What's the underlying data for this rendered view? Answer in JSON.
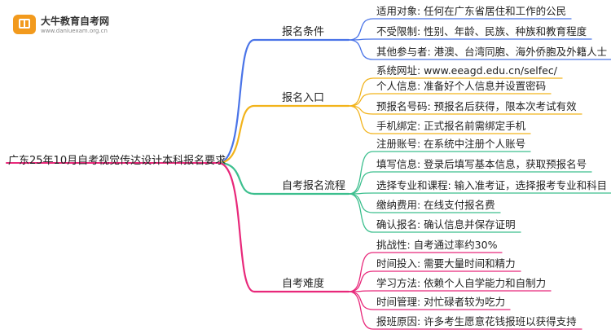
{
  "logo": {
    "name": "大牛教育自考网",
    "url": "www.daniuexam.org.cn"
  },
  "root": {
    "label": "广东25年10月自考视觉传达设计本科报名要求"
  },
  "branches": [
    {
      "label": "报名条件",
      "color": "#4a74e8",
      "items": [
        "适用对象: 任何在广东省居住和工作的公民",
        "不受限制: 性别、年龄、民族、种族和教育程度",
        "其他参与者: 港澳、台湾同胞、海外侨胞及外籍人士"
      ]
    },
    {
      "label": "报名入口",
      "color": "#f2b31b",
      "items": [
        "系统网址: www.eeagd.edu.cn/selfec/",
        "个人信息: 准备好个人信息并设置密码",
        "预报名号码: 预报名后获得，限本次考试有效",
        "手机绑定: 正式报名前需绑定手机"
      ]
    },
    {
      "label": "自考报名流程",
      "color": "#3cbf8e",
      "items": [
        "注册账号: 在系统中注册个人账号",
        "填写信息: 登录后填写基本信息，获取预报名号",
        "选择专业和课程: 输入准考证，选择报考专业和科目",
        "缴纳费用: 在线支付报名费",
        "确认报名: 确认信息并保存证明"
      ]
    },
    {
      "label": "自考难度",
      "color": "#e8287a",
      "items": [
        "挑战性: 自考通过率约30%",
        "时间投入: 需要大量时间和精力",
        "学习方法: 依赖个人自学能力和自制力",
        "时间管理: 对忙碌者较为吃力",
        "报班原因: 许多考生愿意花钱报班以获得支持"
      ]
    }
  ]
}
